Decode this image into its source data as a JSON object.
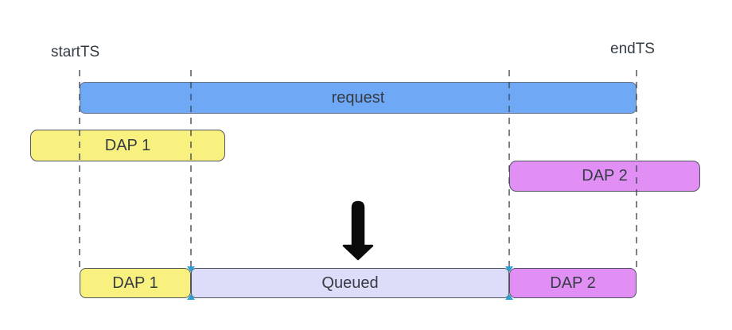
{
  "diagram": {
    "labels": {
      "start_ts": "startTS",
      "end_ts": "endTS"
    },
    "top_row": {
      "request": "request",
      "dap1": "DAP 1",
      "dap2": "DAP 2"
    },
    "bottom_row": {
      "dap1": "DAP 1",
      "queued": "Queued",
      "dap2": "DAP 2"
    },
    "icons": {
      "transform_arrow": "down-arrow-icon"
    },
    "colors": {
      "request_fill": "#6FA8F5",
      "dap1_fill": "#F9F17F",
      "dap2_fill": "#E18FF5",
      "queued_fill": "#DDDDFA",
      "bar_border": "#4E565F",
      "guide_line": "#3F4A55",
      "text": "#343B44",
      "arrow": "#0A0A0A",
      "anchor_marker": "#2E9FD4"
    }
  }
}
